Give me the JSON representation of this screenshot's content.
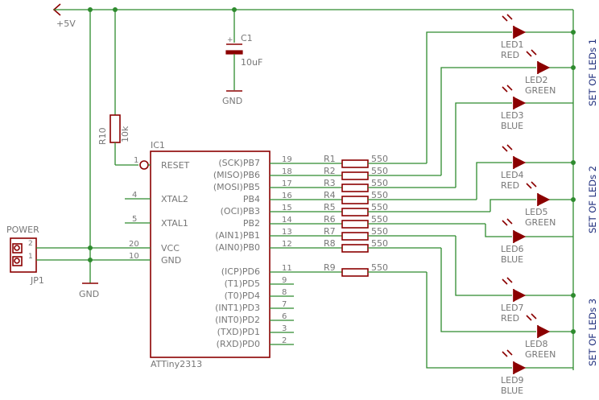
{
  "power": {
    "rail_label": "+5V",
    "gnd_label": "GND",
    "gnd_label_c1": "GND",
    "connector_title": "POWER",
    "connector_ref": "JP1",
    "connector_pins": [
      "2",
      "1"
    ]
  },
  "c1": {
    "ref": "C1",
    "value": "10uF",
    "plus": "+"
  },
  "r10": {
    "ref": "R10",
    "value": "10k"
  },
  "ic": {
    "ref": "IC1",
    "part": "ATTiny2313",
    "left_pins": [
      {
        "num": "1",
        "name": "RESET"
      },
      {
        "num": "4",
        "name": "XTAL2"
      },
      {
        "num": "5",
        "name": "XTAL1"
      },
      {
        "num": "20",
        "name": "VCC"
      },
      {
        "num": "10",
        "name": "GND"
      }
    ],
    "right_pins": [
      {
        "num": "19",
        "name": "(SCK)PB7"
      },
      {
        "num": "18",
        "name": "(MISO)PB6"
      },
      {
        "num": "17",
        "name": "(MOSI)PB5"
      },
      {
        "num": "16",
        "name": "PB4"
      },
      {
        "num": "15",
        "name": "(OCI)PB3"
      },
      {
        "num": "14",
        "name": "PB2"
      },
      {
        "num": "13",
        "name": "(AIN1)PB1"
      },
      {
        "num": "12",
        "name": "(AIN0)PB0"
      },
      {
        "num": "11",
        "name": "(ICP)PD6"
      },
      {
        "num": "9",
        "name": "(T1)PD5"
      },
      {
        "num": "8",
        "name": "(T0)PD4"
      },
      {
        "num": "7",
        "name": "(INT1)PD3"
      },
      {
        "num": "6",
        "name": "(INT0)PD2"
      },
      {
        "num": "3",
        "name": "(TXD)PD1"
      },
      {
        "num": "2",
        "name": "(RXD)PD0"
      }
    ]
  },
  "resistors": [
    {
      "ref": "R1",
      "value": "550"
    },
    {
      "ref": "R2",
      "value": "550"
    },
    {
      "ref": "R3",
      "value": "550"
    },
    {
      "ref": "R4",
      "value": "550"
    },
    {
      "ref": "R5",
      "value": "550"
    },
    {
      "ref": "R6",
      "value": "550"
    },
    {
      "ref": "R7",
      "value": "550"
    },
    {
      "ref": "R8",
      "value": "550"
    },
    {
      "ref": "R9",
      "value": "550"
    }
  ],
  "leds": [
    {
      "ref": "LED1",
      "color": "RED"
    },
    {
      "ref": "LED2",
      "color": "GREEN"
    },
    {
      "ref": "LED3",
      "color": "BLUE"
    },
    {
      "ref": "LED4",
      "color": "RED"
    },
    {
      "ref": "LED5",
      "color": "GREEN"
    },
    {
      "ref": "LED6",
      "color": "BLUE"
    },
    {
      "ref": "LED7",
      "color": "RED"
    },
    {
      "ref": "LED8",
      "color": "GREEN"
    },
    {
      "ref": "LED9",
      "color": "BLUE"
    }
  ],
  "sets": [
    "SET OF LEDs 1",
    "SET OF LEDs 2",
    "SET OF LEDs 3"
  ]
}
